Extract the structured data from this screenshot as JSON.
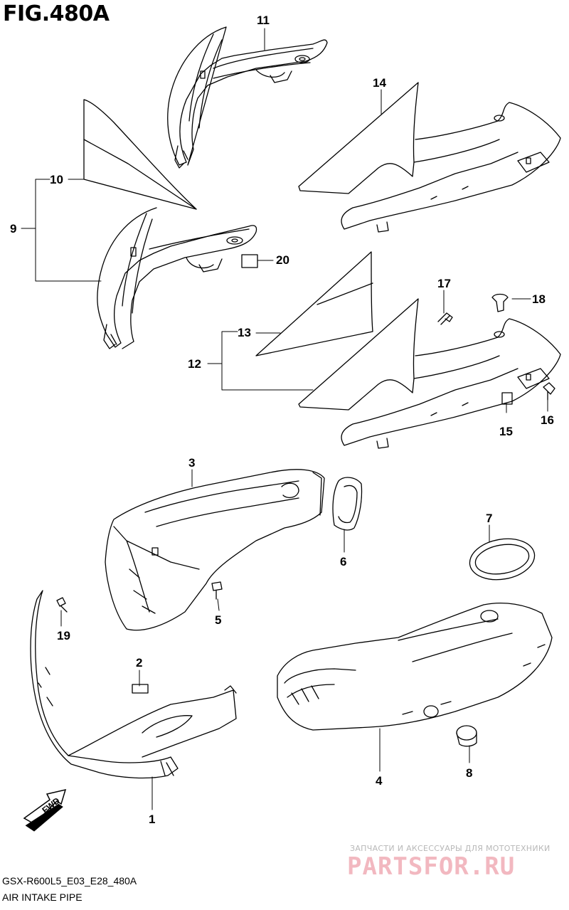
{
  "figure": {
    "title": "FIG.480A",
    "code": "GSX-R600L5_E03_E28_480A",
    "caption": "AIR INTAKE PIPE"
  },
  "direction_marker": "FWD",
  "callouts": [
    "1",
    "2",
    "3",
    "4",
    "5",
    "6",
    "7",
    "8",
    "9",
    "10",
    "11",
    "12",
    "13",
    "14",
    "15",
    "16",
    "17",
    "18",
    "19",
    "20"
  ],
  "watermark": {
    "subtitle": "ЗАПЧАСТИ И АКСЕССУАРЫ ДЛЯ МОТОТЕХНИКИ",
    "brand": "PARTSFOR.RU"
  },
  "colors": {
    "line": "#000000",
    "background": "#ffffff",
    "watermark": "#f2b8c0"
  }
}
